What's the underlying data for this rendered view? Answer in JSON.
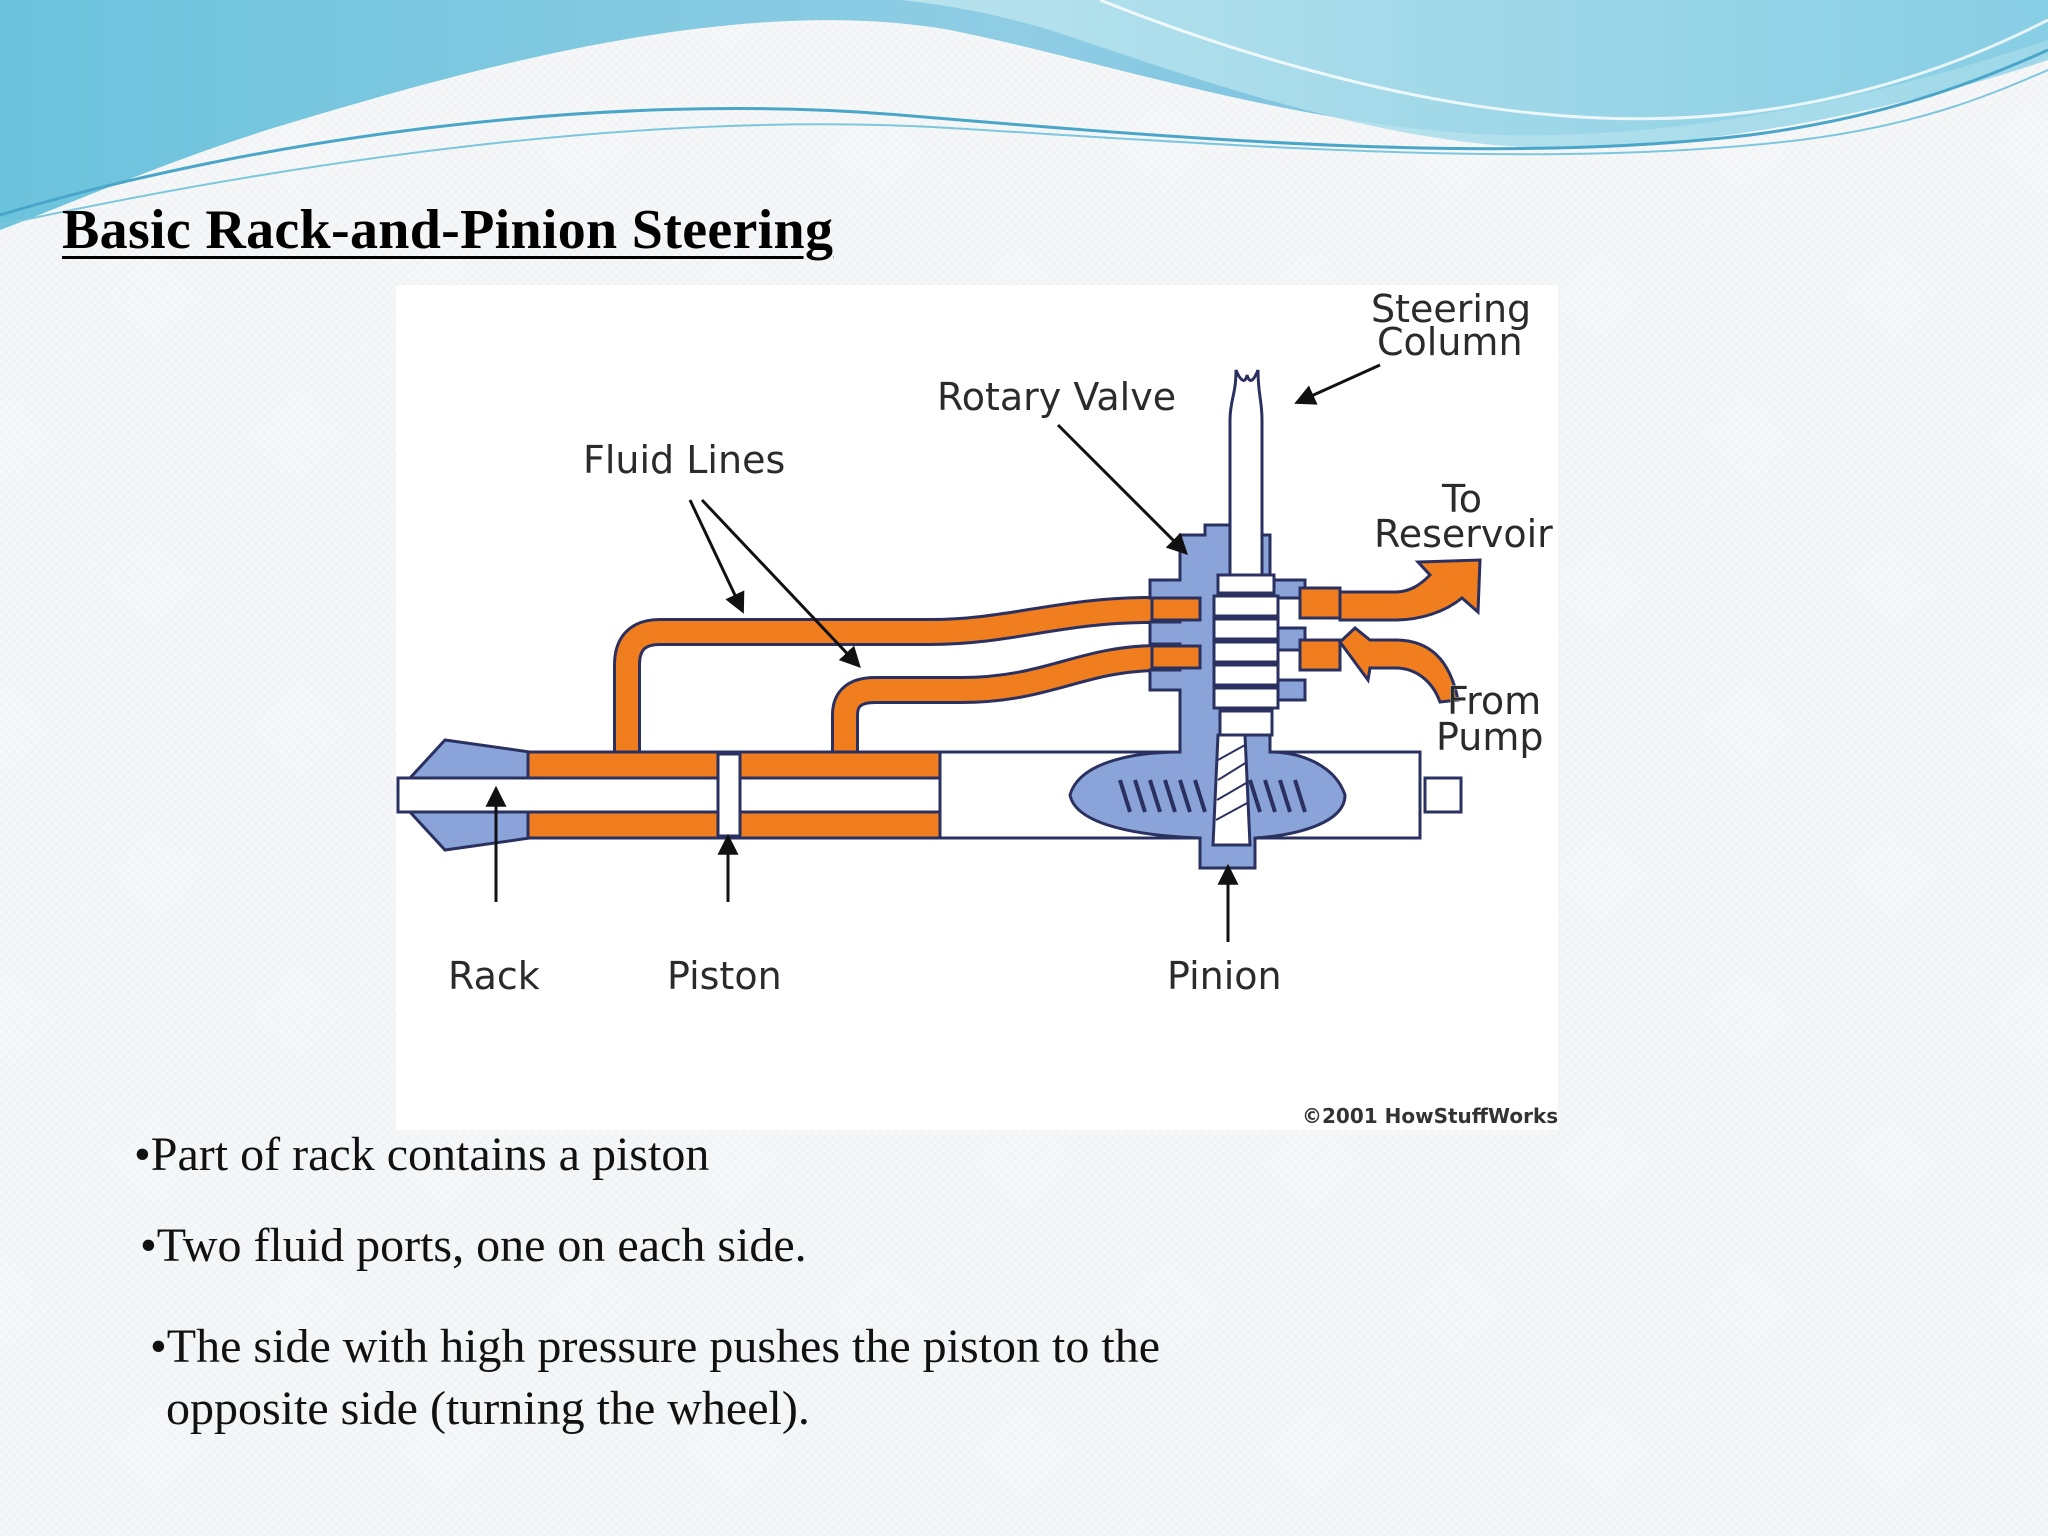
{
  "slide": {
    "title": "Basic Rack-and-Pinion Steering"
  },
  "diagram": {
    "labels": {
      "steering_column_1": "Steering",
      "steering_column_2": "Column",
      "rotary_valve": "Rotary Valve",
      "fluid_lines": "Fluid Lines",
      "to_reservoir_1": "To",
      "to_reservoir_2": "Reservoir",
      "from_pump_1": "From",
      "from_pump_2": "Pump",
      "rack": "Rack",
      "piston": "Piston",
      "pinion": "Pinion"
    },
    "credit": "©2001 HowStuffWorks",
    "colors": {
      "fluid": "#f07d1e",
      "housing": "#8aa3d8",
      "outline": "#2a3160",
      "wave_dark": "#5bb2d8",
      "wave_light": "#a6dbe9"
    }
  },
  "bullets": [
    "•Part of rack contains a piston",
    "•Two fluid ports, one on each side.",
    "•The side with high pressure pushes the piston to the",
    "opposite side (turning the wheel)."
  ]
}
